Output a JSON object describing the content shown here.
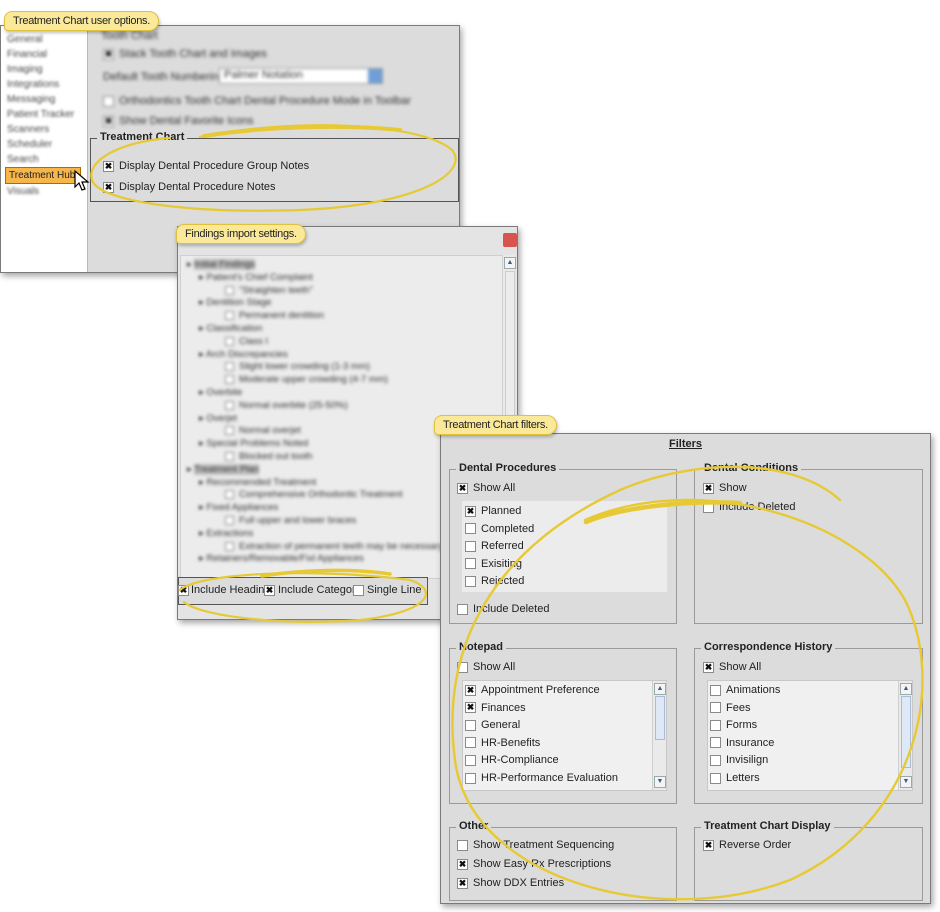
{
  "callouts": {
    "user_options": "Treatment Chart user options.",
    "findings": "Findings import settings.",
    "filters": "Treatment Chart filters."
  },
  "options_window": {
    "sidebar": [
      "General",
      "Financial",
      "Imaging",
      "Integrations",
      "Messaging",
      "Patient Tracker",
      "Scanners",
      "Scheduler",
      "Search",
      "Treatment Hub",
      "Visuals"
    ],
    "selected_item": "Treatment Hub",
    "blurred": {
      "section_header": "Tooth Chart",
      "stack_label": "Stack Tooth Chart and Images",
      "numbering_label": "Default Tooth Numbering",
      "numbering_value": "Palmer Notation",
      "ortho_label": "Orthodontics Tooth Chart Dental Procedure Mode in Toolbar",
      "favorites_label": "Show Dental Favorite Icons"
    },
    "group_title": "Treatment Chart",
    "options": [
      {
        "label": "Display Dental Procedure Group Notes",
        "checked": true
      },
      {
        "label": "Display Dental Procedure Notes",
        "checked": true
      }
    ]
  },
  "findings_window": {
    "tree_blurred": [
      {
        "level": 0,
        "text": "Initial Findings",
        "hl": true
      },
      {
        "level": 1,
        "text": "Patient's Chief Complaint"
      },
      {
        "level": 2,
        "text": "\"Straighten teeth\""
      },
      {
        "level": 1,
        "text": "Dentition Stage"
      },
      {
        "level": 2,
        "text": "Permanent dentition"
      },
      {
        "level": 1,
        "text": "Classification"
      },
      {
        "level": 2,
        "text": "Class I"
      },
      {
        "level": 1,
        "text": "Arch Discrepancies"
      },
      {
        "level": 2,
        "text": "Slight lower crowding (1-3 mm)"
      },
      {
        "level": 2,
        "text": "Moderate upper crowding (4-7 mm)"
      },
      {
        "level": 1,
        "text": "Overbite"
      },
      {
        "level": 2,
        "text": "Normal overbite (25-50%)"
      },
      {
        "level": 1,
        "text": "Overjet"
      },
      {
        "level": 2,
        "text": "Normal overjet"
      },
      {
        "level": 1,
        "text": "Special Problems Noted"
      },
      {
        "level": 2,
        "text": "Blocked out tooth"
      },
      {
        "level": 0,
        "text": "Treatment Plan",
        "hl": true
      },
      {
        "level": 1,
        "text": "Recommended Treatment"
      },
      {
        "level": 2,
        "text": "Comprehensive Orthodontic Treatment"
      },
      {
        "level": 1,
        "text": "Fixed Appliances"
      },
      {
        "level": 2,
        "text": "Full upper and lower braces"
      },
      {
        "level": 1,
        "text": "Extractions"
      },
      {
        "level": 2,
        "text": "Extraction of permanent teeth may be necessary"
      },
      {
        "level": 1,
        "text": "Retainers/Removable/Fixl Appliances"
      }
    ],
    "checks": [
      {
        "label": "Include Heading",
        "checked": true
      },
      {
        "label": "Include Category",
        "checked": true
      },
      {
        "label": "Single Line",
        "checked": false
      }
    ]
  },
  "filters_window": {
    "title": "Filters",
    "dental_procedures": {
      "title": "Dental Procedures",
      "show_all": {
        "label": "Show All",
        "checked": true
      },
      "items": [
        {
          "label": "Planned",
          "checked": true
        },
        {
          "label": "Completed",
          "checked": false
        },
        {
          "label": "Referred",
          "checked": false
        },
        {
          "label": "Exisiting",
          "checked": false
        },
        {
          "label": "Rejected",
          "checked": false
        }
      ],
      "include_deleted": {
        "label": "Include Deleted",
        "checked": false
      }
    },
    "dental_conditions": {
      "title": "Dental Conditions",
      "show": {
        "label": "Show",
        "checked": true
      },
      "include_deleted": {
        "label": "Include Deleted",
        "checked": false
      }
    },
    "notepad": {
      "title": "Notepad",
      "show_all": {
        "label": "Show All",
        "checked": false
      },
      "items": [
        {
          "label": "Appointment Preference",
          "checked": true
        },
        {
          "label": "Finances",
          "checked": true
        },
        {
          "label": "General",
          "checked": false
        },
        {
          "label": "HR-Benefits",
          "checked": false
        },
        {
          "label": "HR-Compliance",
          "checked": false
        },
        {
          "label": "HR-Performance Evaluation",
          "checked": false
        }
      ]
    },
    "correspondence": {
      "title": "Correspondence History",
      "show_all": {
        "label": "Show All",
        "checked": true
      },
      "items": [
        {
          "label": "Animations",
          "checked": false
        },
        {
          "label": "Fees",
          "checked": false
        },
        {
          "label": "Forms",
          "checked": false
        },
        {
          "label": "Insurance",
          "checked": false
        },
        {
          "label": "Invisilign",
          "checked": false
        },
        {
          "label": "Letters",
          "checked": false
        }
      ]
    },
    "other": {
      "title": "Other",
      "items": [
        {
          "label": "Show Treatment Sequencing",
          "checked": false
        },
        {
          "label": "Show Easy Rx Prescriptions",
          "checked": true
        },
        {
          "label": "Show DDX Entries",
          "checked": true
        }
      ]
    },
    "display": {
      "title": "Treatment Chart Display",
      "items": [
        {
          "label": "Reverse Order",
          "checked": true
        }
      ]
    }
  },
  "colors": {
    "panel_bg": "#dcdcdc",
    "callout_bg": "#fbe99a",
    "annotation_yellow": "#e6c933",
    "selected_item_bg": "#f6b64a"
  }
}
